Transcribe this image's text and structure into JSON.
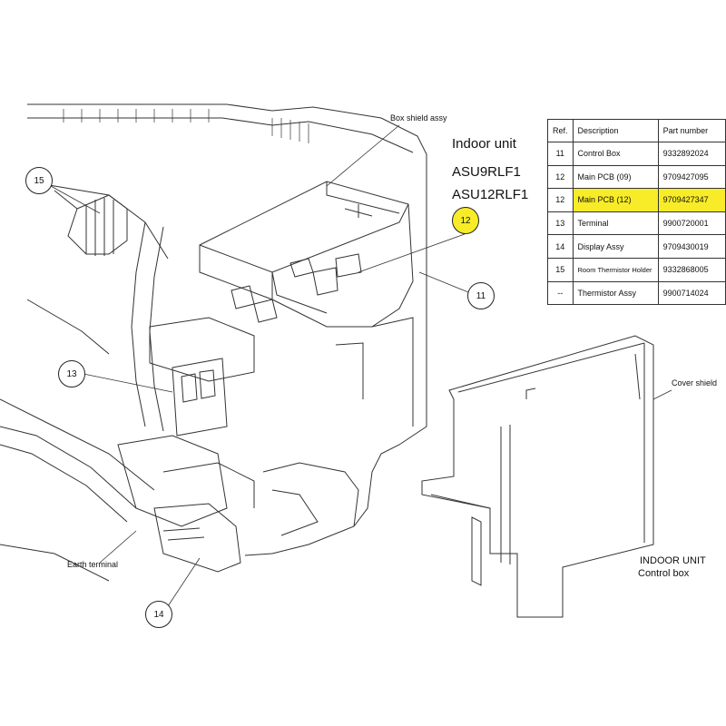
{
  "header": {
    "unit_label": "Indoor unit",
    "models": [
      "ASU9RLF1",
      "ASU12RLF1"
    ]
  },
  "labels": {
    "box_shield": "Box shield assy",
    "cover_shield": "Cover shield",
    "earth_terminal": "Earth terminal"
  },
  "footer": {
    "line1": "INDOOR UNIT",
    "line2": "Control box"
  },
  "callouts": [
    "15",
    "12",
    "11",
    "13",
    "14"
  ],
  "highlight_color": "#f7ec27",
  "parts_table": {
    "headers": [
      "Ref.",
      "Description",
      "Part number"
    ],
    "rows": [
      {
        "ref": "11",
        "description": "Control Box",
        "part_number": "9332892024",
        "highlighted": false
      },
      {
        "ref": "12",
        "description": "Main PCB (09)",
        "part_number": "9709427095",
        "highlighted": false
      },
      {
        "ref": "12",
        "description": "Main PCB (12)",
        "part_number": "9709427347",
        "highlighted": true
      },
      {
        "ref": "13",
        "description": "Terminal",
        "part_number": "9900720001",
        "highlighted": false
      },
      {
        "ref": "14",
        "description": "Display Assy",
        "part_number": "9709430019",
        "highlighted": false
      },
      {
        "ref": "15",
        "description": "Room Thermistor Holder",
        "part_number": "9332868005",
        "highlighted": false
      },
      {
        "ref": "--",
        "description": "Thermistor Assy",
        "part_number": "9900714024",
        "highlighted": false
      }
    ]
  }
}
